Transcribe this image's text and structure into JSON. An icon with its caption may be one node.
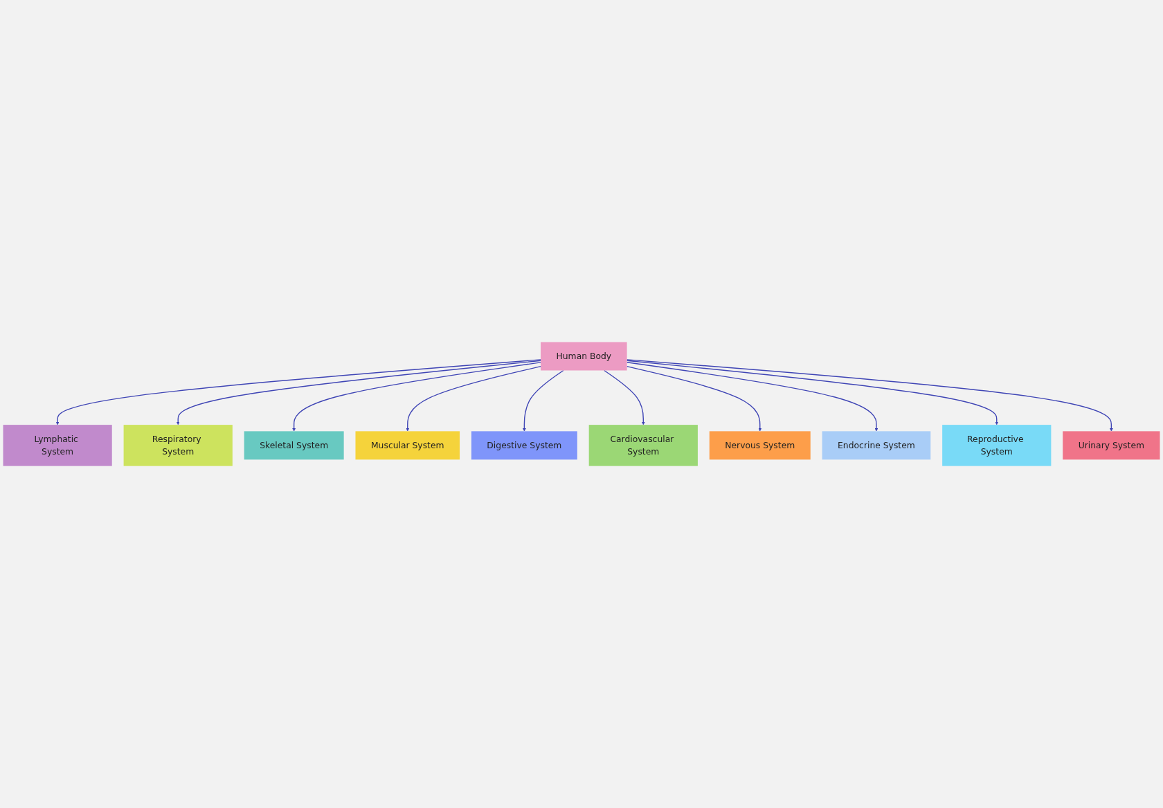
{
  "diagram": {
    "nodes": [
      {
        "text": [
          "Human Body"
        ]
      },
      {
        "text": [
          "Lymphatic System"
        ]
      },
      {
        "text": [
          "Respiratory System"
        ]
      },
      {
        "text": [
          "Skeletal System"
        ]
      },
      {
        "text": [
          "Muscular System"
        ]
      },
      {
        "text": [
          "Digestive System"
        ]
      },
      {
        "text": [
          "Cardiovascular System"
        ]
      },
      {
        "text": [
          "Nervous System"
        ]
      },
      {
        "text": [
          "Endocrine System"
        ]
      },
      {
        "text": [
          "Reproductive System"
        ]
      },
      {
        "text": [
          "Urinary System"
        ]
      }
    ],
    "edges": [
      {
        "from": 0,
        "to": 1,
        "arrow": "to"
      },
      {
        "from": 0,
        "to": 2,
        "arrow": "to"
      },
      {
        "from": 0,
        "to": 3,
        "arrow": "to"
      },
      {
        "from": 0,
        "to": 4,
        "arrow": "to"
      },
      {
        "from": 0,
        "to": 5,
        "arrow": "to"
      },
      {
        "from": 0,
        "to": 6,
        "arrow": "to"
      },
      {
        "from": 0,
        "to": 7,
        "arrow": "to"
      },
      {
        "from": 0,
        "to": 8,
        "arrow": "to"
      },
      {
        "from": 0,
        "to": 9,
        "arrow": "to"
      },
      {
        "from": 0,
        "to": 10,
        "arrow": "to"
      }
    ]
  }
}
